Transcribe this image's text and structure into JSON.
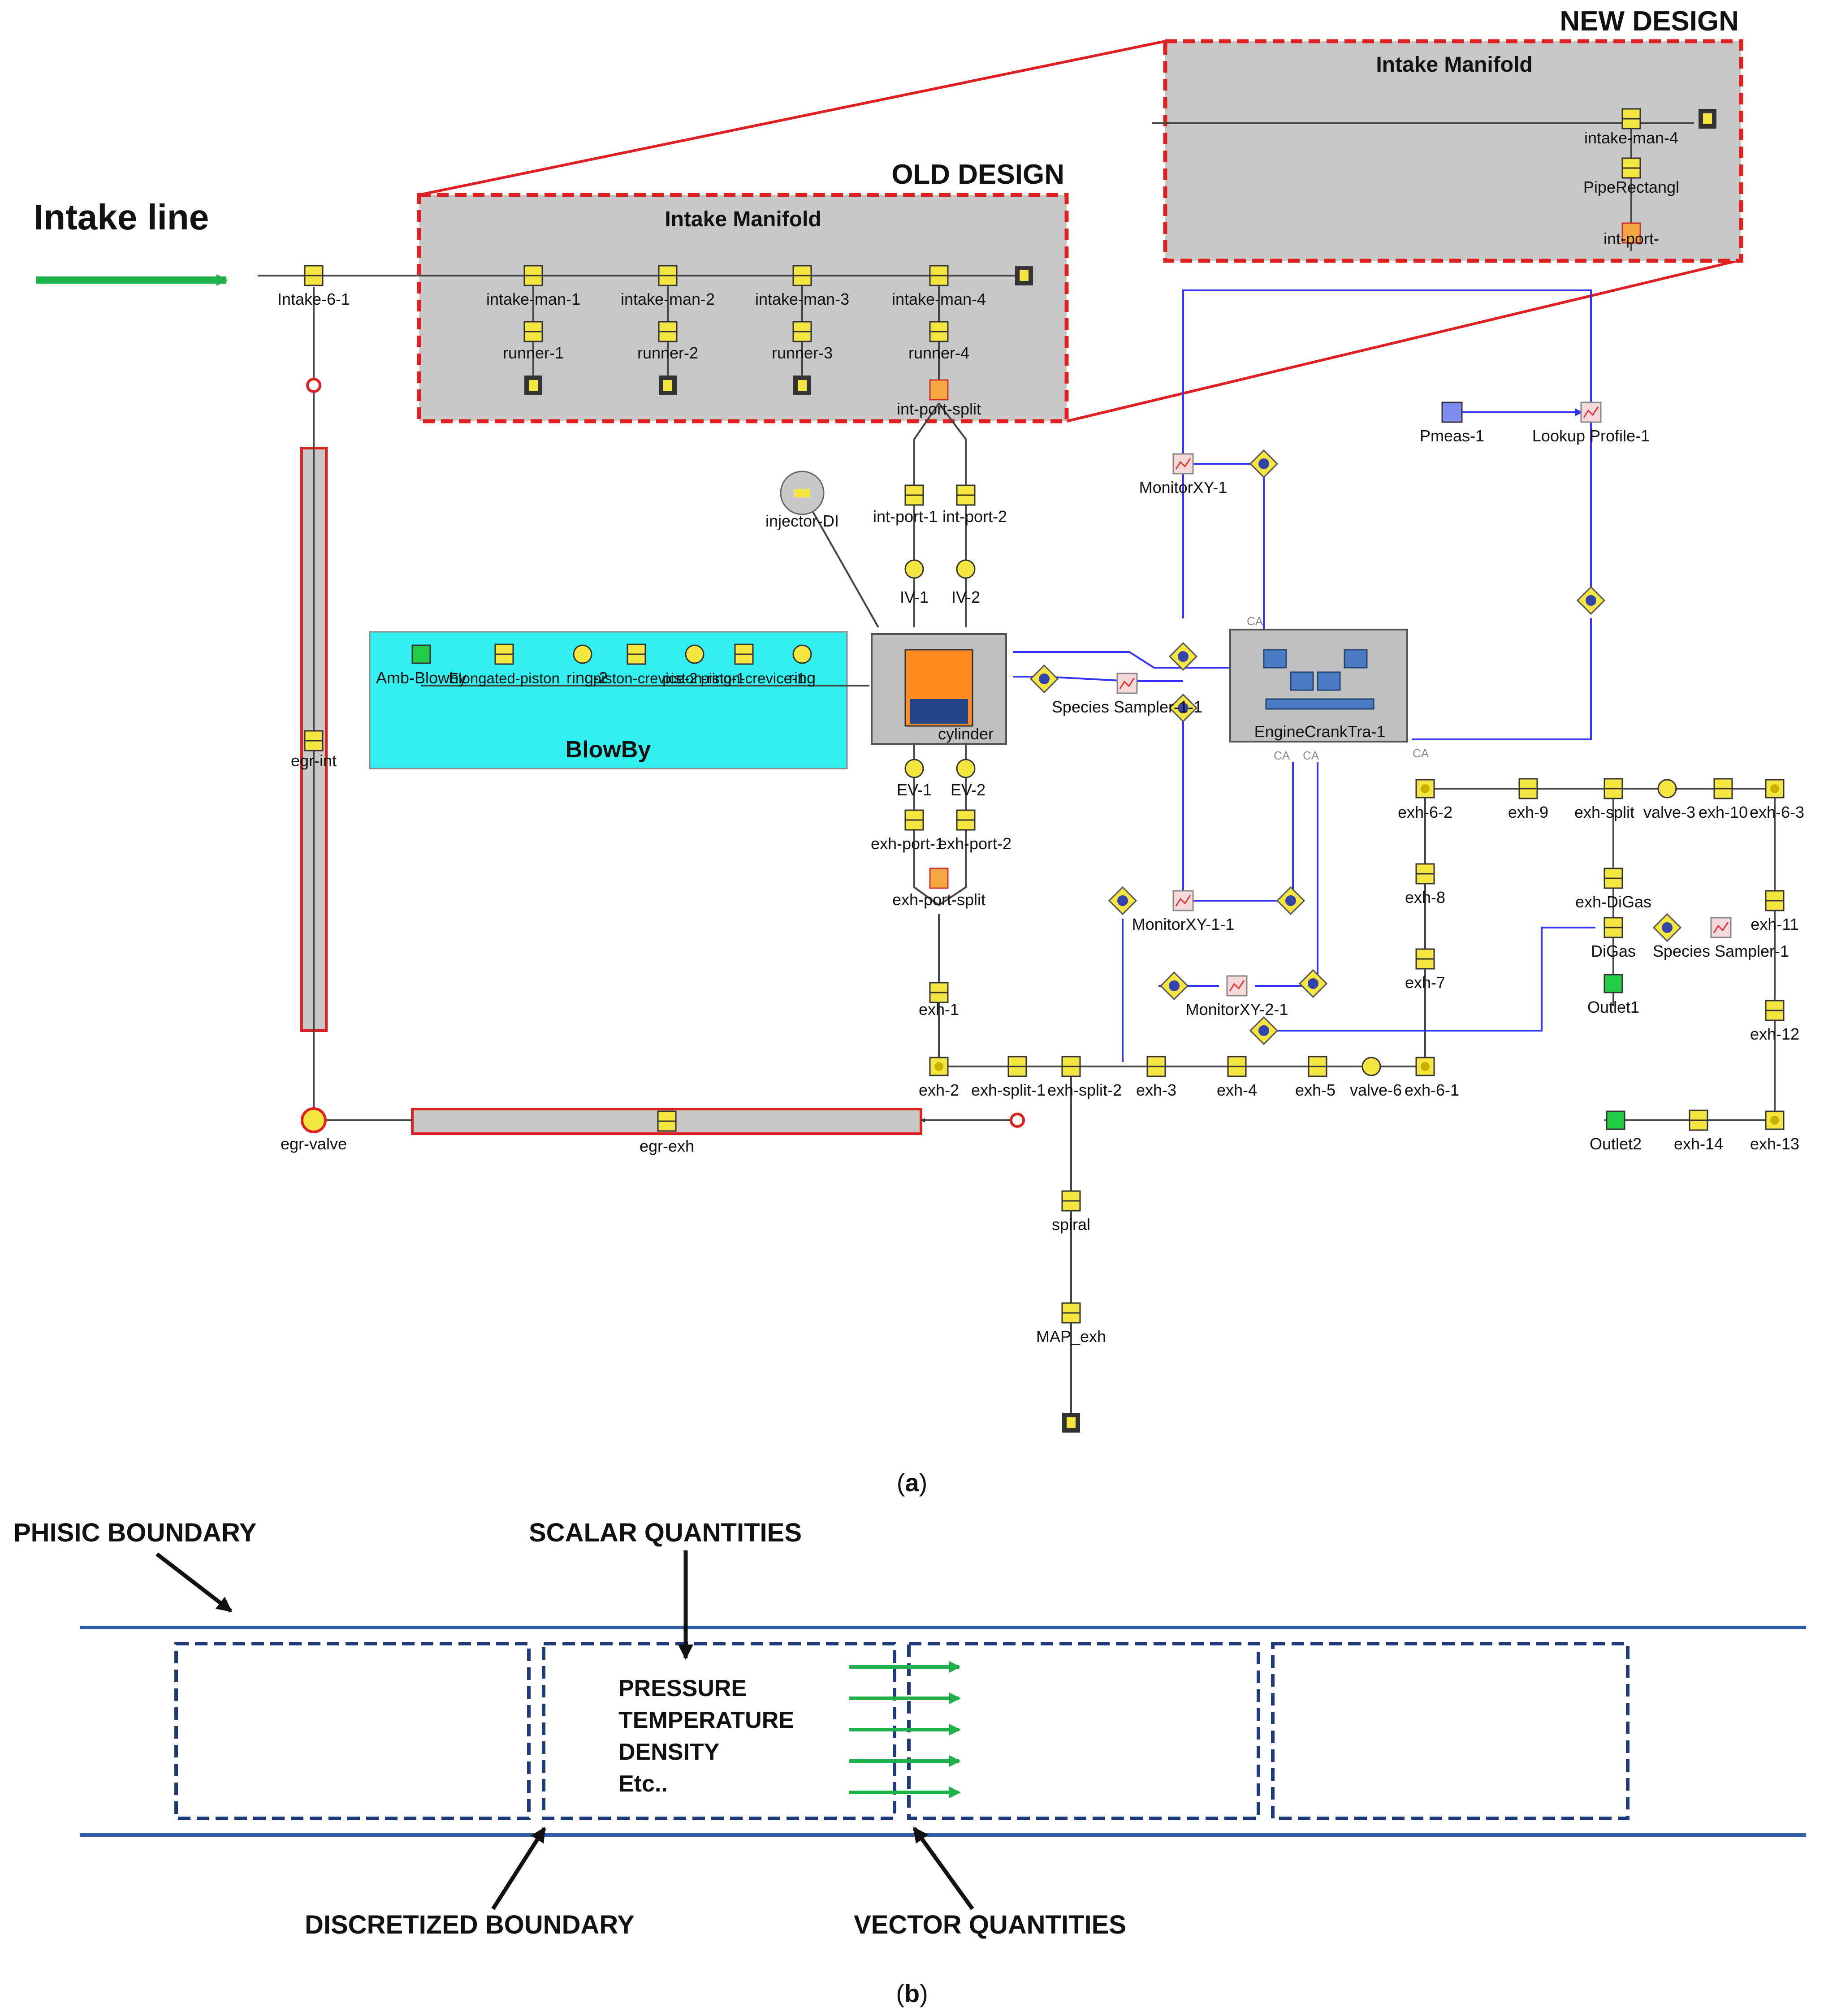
{
  "figure_a": {
    "caption_open": "(",
    "caption_letter": "a",
    "caption_close": ")",
    "intake_line_label": "Intake line",
    "old_design_label": "OLD DESIGN",
    "new_design_label": "NEW DESIGN",
    "old_manifold_title": "Intake Manifold",
    "new_manifold_title": "Intake Manifold",
    "blowby_title": "BlowBy",
    "colors": {
      "manifold_fill": "#c8c8c8",
      "highlight_red": "#e02020",
      "blowby_fill": "#33f0f0",
      "signal_blue": "#3333ff",
      "flow_green": "#1fb14a",
      "component_yellow": "#f5e642"
    },
    "labels": {
      "intake_6_1": "Intake-6-1",
      "intake_man_1": "intake-man-1",
      "intake_man_2": "intake-man-2",
      "intake_man_3": "intake-man-3",
      "intake_man_4": "intake-man-4",
      "runner_1": "runner-1",
      "runner_2": "runner-2",
      "runner_3": "runner-3",
      "runner_4": "runner-4",
      "int_port_split": "int-port-split",
      "new_intake_man_4": "intake-man-4",
      "pipe_rectangl": "PipeRectangl",
      "new_int_port": "int-port-",
      "int_port_1": "int-port-1",
      "int_port_2": "int-port-2",
      "injector_di": "injector-DI",
      "iv_1": "IV-1",
      "iv_2": "IV-2",
      "cylinder": "cylinder",
      "ev_1": "EV-1",
      "ev_2": "EV-2",
      "exh_port_1": "exh-port-1",
      "exh_port_2": "exh-port-2",
      "exh_port_split": "exh-port-split",
      "exh_1": "exh-1",
      "exh_2": "exh-2",
      "exh_split_1": "exh-split-1",
      "exh_split_2": "exh-split-2",
      "exh_3": "exh-3",
      "exh_4": "exh-4",
      "exh_5": "exh-5",
      "valve_6": "valve-6",
      "exh_6_1": "exh-6-1",
      "exh_6_2": "exh-6-2",
      "exh_9": "exh-9",
      "exh_split": "exh-split",
      "valve_3": "valve-3",
      "exh_10": "exh-10",
      "exh_6_3": "exh-6-3",
      "exh_8": "exh-8",
      "exh_7": "exh-7",
      "exh_digas": "exh-DiGas",
      "digas": "DiGas",
      "species_sampler_1": "Species Sampler-1",
      "outlet1": "Outlet1",
      "exh_11": "exh-11",
      "exh_12": "exh-12",
      "exh_13": "exh-13",
      "exh_14": "exh-14",
      "outlet2": "Outlet2",
      "spiral": "spiral",
      "map_exh": "MAP_exh",
      "egr_valve": "egr-valve",
      "egr_exh": "egr-exh",
      "egr_int": "egr-int",
      "amb_blowby": "Amb-Blowby",
      "elongated_piston": "Elongated-piston",
      "ring_2": "ring-2",
      "piston_ring_1": "piston-ring-1",
      "piston_crevice_2": "piston-crevice-2",
      "piston_crevice_1": "piston-crevice-1",
      "ring": "ring",
      "species_sampler_1_1": "Species Sampler-1-1",
      "engine_crank_train": "EngineCrankTra-1",
      "monitor_xy_1": "MonitorXY-1",
      "monitor_xy_1_1": "MonitorXY-1-1",
      "monitor_xy_2_1": "MonitorXY-2-1",
      "pmeas_1": "Pmeas-1",
      "lookup_profile_1": "Lookup Profile-1",
      "ca": "CA"
    }
  },
  "figure_b": {
    "caption_open": "(",
    "caption_letter": "b",
    "caption_close": ")",
    "phisic_boundary": "PHISIC BOUNDARY",
    "scalar_quantities": "SCALAR QUANTITIES",
    "discretized_boundary": "DISCRETIZED BOUNDARY",
    "vector_quantities": "VECTOR QUANTITIES",
    "scalars": [
      "PRESSURE",
      "TEMPERATURE",
      "DENSITY",
      "Etc.."
    ],
    "colors": {
      "boundary_blue": "#2e5aa8",
      "dashed_navy": "#1f3a78",
      "vector_green": "#1fb14a"
    }
  }
}
